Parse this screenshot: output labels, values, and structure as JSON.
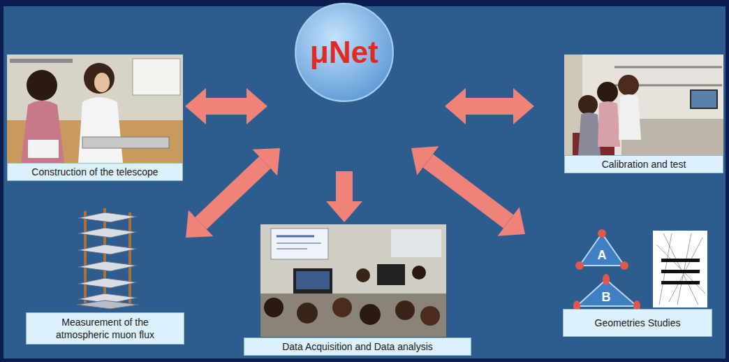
{
  "diagram": {
    "nodes": [
      {
        "text": [
          "Construction of the telescope"
        ]
      },
      {
        "text": [
          "μNet"
        ]
      },
      {
        "text": [
          "Calibration and test"
        ]
      },
      {
        "text": [
          "Measurement of the atmospheric muon flux"
        ]
      },
      {
        "text": [
          "Data Acquisition and Data analysis"
        ]
      },
      {
        "text": [
          "Geometries Studies"
        ]
      }
    ],
    "edges": [
      {
        "from": 1,
        "to": 0,
        "arrow": "both"
      },
      {
        "from": 1,
        "to": 2,
        "arrow": "both"
      },
      {
        "from": 1,
        "to": 3,
        "arrow": "both"
      },
      {
        "from": 1,
        "to": 4,
        "arrow": "to"
      },
      {
        "from": 1,
        "to": 5,
        "arrow": "both"
      }
    ],
    "labels": [
      "A",
      "B"
    ]
  }
}
